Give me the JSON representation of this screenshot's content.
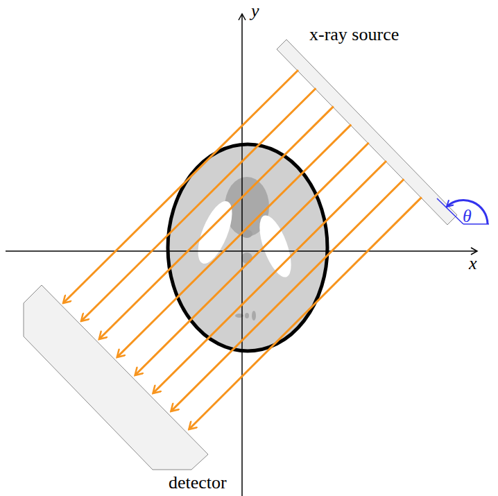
{
  "diagram": {
    "labels": [
      "x-ray source",
      "detector",
      "y",
      "x",
      "θ"
    ]
  }
}
